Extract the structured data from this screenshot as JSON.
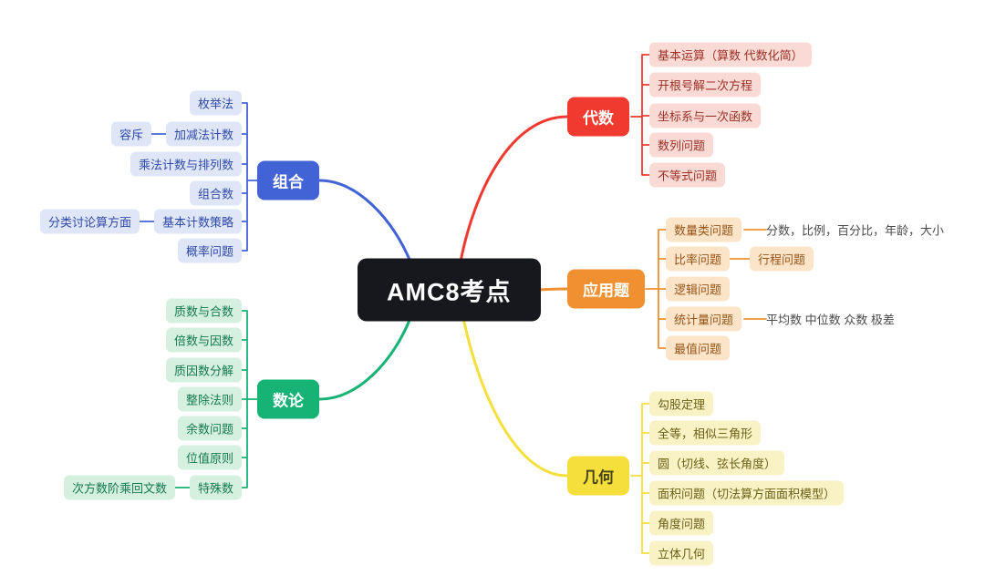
{
  "center": {
    "label": "AMC8考点"
  },
  "branches": {
    "algebra": {
      "label": "代数",
      "children": [
        "基本运算（算数 代数化简）",
        "开根号解二次方程",
        "坐标系与一次函数",
        "数列问题",
        "不等式问题"
      ]
    },
    "application": {
      "label": "应用题",
      "children": [
        "数量类问题",
        "比率问题",
        "逻辑问题",
        "统计量问题",
        "最值问题"
      ],
      "subs": {
        "quantity": "分数，比例，百分比，年龄，大小",
        "rate": "行程问题",
        "stats": "平均数 中位数 众数 极差"
      }
    },
    "geometry": {
      "label": "几何",
      "children": [
        "勾股定理",
        "全等，相似三角形",
        "圆（切线、弦长角度）",
        "面积问题（切法算方面面积模型）",
        "角度问题",
        "立体几何"
      ]
    },
    "combinatorics": {
      "label": "组合",
      "children": [
        "枚举法",
        "加减法计数",
        "乘法计数与排列数",
        "组合数",
        "基本计数策略",
        "概率问题"
      ],
      "subs": {
        "inclusion_exclusion": "容斥",
        "case_analysis": "分类讨论算方面"
      }
    },
    "number_theory": {
      "label": "数论",
      "children": [
        "质数与合数",
        "倍数与因数",
        "质因数分解",
        "整除法则",
        "余数问题",
        "位值原则",
        "特殊数"
      ],
      "subs": {
        "special": "次方数阶乘回文数"
      }
    }
  },
  "colors": {
    "center_bg": "#17171e",
    "plain_text": "#4a4a4a",
    "algebra": "#f0392f",
    "algebra_light": "#fadad5",
    "algebra_text": "#9c3026",
    "application": "#f09030",
    "application_light": "#fce4c8",
    "application_text": "#96551a",
    "geometry": "#f5df3d",
    "geometry_light": "#f8f2c4",
    "geometry_text": "#6b6016",
    "geometry_label_text": "#4a4419",
    "combinatorics": "#4263d6",
    "combinatorics_light": "#dfe6f8",
    "combinatorics_text": "#2f49a8",
    "number_theory": "#17b374",
    "number_theory_light": "#d6f0e0",
    "number_theory_text": "#157a4e"
  }
}
